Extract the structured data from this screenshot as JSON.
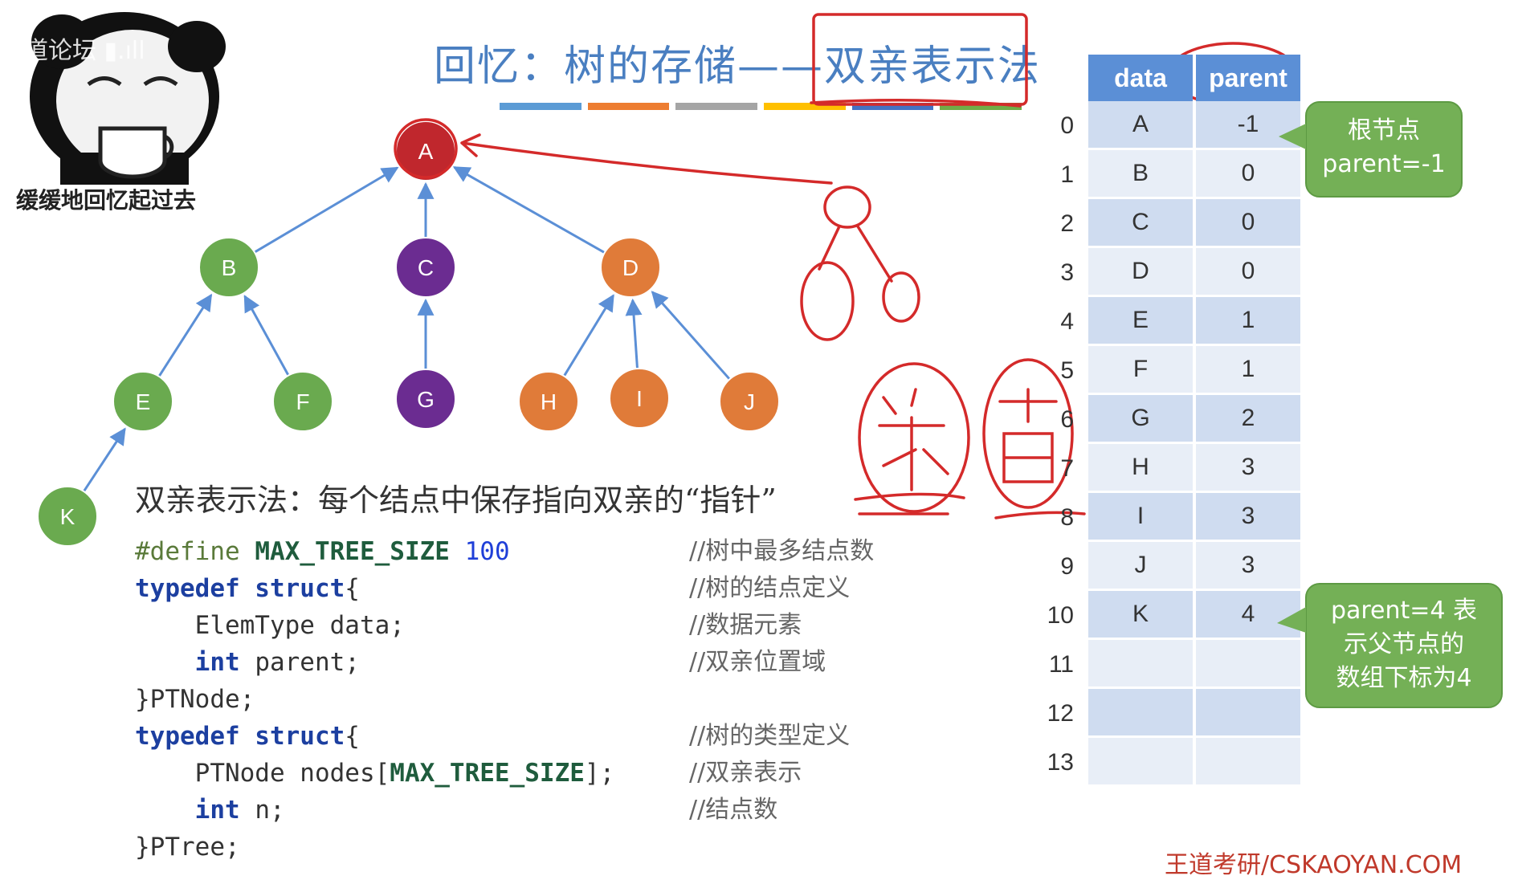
{
  "title": "回忆：树的存储——双亲表示法",
  "channel_overlay": "王道论坛 ▮.ıll",
  "meme_caption": "缓缓地回忆起过去",
  "color_bar": [
    "#5b9bd5",
    "#ed7d31",
    "#a5a5a5",
    "#ffc000",
    "#4472c4",
    "#70ad47"
  ],
  "tree": {
    "nodes": [
      {
        "id": "A",
        "color": "#c0272d"
      },
      {
        "id": "B",
        "color": "#6aaa4f"
      },
      {
        "id": "C",
        "color": "#6b2c91"
      },
      {
        "id": "D",
        "color": "#e07b39"
      },
      {
        "id": "E",
        "color": "#6aaa4f"
      },
      {
        "id": "F",
        "color": "#6aaa4f"
      },
      {
        "id": "G",
        "color": "#6b2c91"
      },
      {
        "id": "H",
        "color": "#e07b39"
      },
      {
        "id": "I",
        "color": "#e07b39"
      },
      {
        "id": "J",
        "color": "#e07b39"
      },
      {
        "id": "K",
        "color": "#6aaa4f"
      }
    ],
    "edges": [
      [
        "B",
        "A"
      ],
      [
        "C",
        "A"
      ],
      [
        "D",
        "A"
      ],
      [
        "E",
        "B"
      ],
      [
        "F",
        "B"
      ],
      [
        "G",
        "C"
      ],
      [
        "H",
        "D"
      ],
      [
        "I",
        "D"
      ],
      [
        "J",
        "D"
      ],
      [
        "K",
        "E"
      ]
    ]
  },
  "description": "双亲表示法：每个结点中保存指向双亲的“指针”",
  "code": {
    "line1": {
      "pp": "#define",
      "macro": "MAX_TREE_SIZE",
      "num": "100",
      "comment": "//树中最多结点数"
    },
    "line2": {
      "kw": "typedef struct",
      "rest": "{",
      "comment": "//树的结点定义"
    },
    "line3": {
      "text": "    ElemType data;",
      "comment": "//数据元素"
    },
    "line4": {
      "kw": "    int",
      "rest": " parent;",
      "comment": "//双亲位置域"
    },
    "line5": {
      "text": "}PTNode;"
    },
    "line6": {
      "kw": "typedef struct",
      "rest": "{",
      "comment": "//树的类型定义"
    },
    "line7": {
      "pre": "    PTNode nodes[",
      "macro": "MAX_TREE_SIZE",
      "post": "];",
      "comment": "//双亲表示"
    },
    "line8": {
      "kw": "    int",
      "rest": " n;",
      "comment": "//结点数"
    },
    "line9": {
      "text": "}PTree;"
    }
  },
  "table": {
    "headers": [
      "data",
      "parent"
    ],
    "rows": [
      {
        "index": "0",
        "data": "A",
        "parent": "-1"
      },
      {
        "index": "1",
        "data": "B",
        "parent": "0"
      },
      {
        "index": "2",
        "data": "C",
        "parent": "0"
      },
      {
        "index": "3",
        "data": "D",
        "parent": "0"
      },
      {
        "index": "4",
        "data": "E",
        "parent": "1"
      },
      {
        "index": "5",
        "data": "F",
        "parent": "1"
      },
      {
        "index": "6",
        "data": "G",
        "parent": "2"
      },
      {
        "index": "7",
        "data": "H",
        "parent": "3"
      },
      {
        "index": "8",
        "data": "I",
        "parent": "3"
      },
      {
        "index": "9",
        "data": "J",
        "parent": "3"
      },
      {
        "index": "10",
        "data": "K",
        "parent": "4"
      },
      {
        "index": "11",
        "data": "",
        "parent": ""
      },
      {
        "index": "12",
        "data": "",
        "parent": ""
      },
      {
        "index": "13",
        "data": "",
        "parent": ""
      }
    ]
  },
  "callouts": {
    "root_line1": "根节点",
    "root_line2": "parent=-1",
    "parent_line1": "parent=4 表",
    "parent_line2": "示父节点的",
    "parent_line3": "数组下标为4"
  },
  "watermark": "王道考研/CSKAOYAN.COM",
  "annotation_color": "#d42a2a"
}
